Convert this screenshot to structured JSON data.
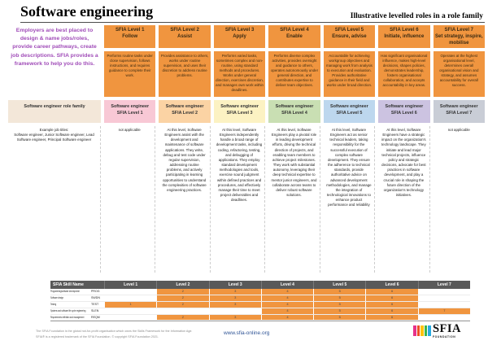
{
  "page": {
    "title": "Software engineering",
    "subtitle": "Illustrative levelled roles in a role family"
  },
  "intro_text": "Employers are best placed to design & name jobs/roles, provide career pathways, create job descriptions. SFIA provides a framework to help you do this.",
  "role_family": {
    "label": "Software engineer role family",
    "label_color": "#F3E7D9",
    "example_heading": "Example job titles:",
    "example_titles": "Software engineer, Junior Software engineer, Lead Software engineer, Principal Software engineer"
  },
  "levels": [
    {
      "name": "SFIA Level 1",
      "keyword": "Follow",
      "description": "Performs routine tasks under close supervision, follows instructions, and requires guidance to complete their work.",
      "role_title": "Software engineer",
      "role_level": "SFIA Level 1",
      "role_color": "#F8C8D5",
      "example": "not applicable"
    },
    {
      "name": "SFIA Level 2",
      "keyword": "Assist",
      "description": "Provides assistance to others, works under routine supervision, and uses their discretion to address routine problems.",
      "role_title": "Software engineer",
      "role_level": "SFIA Level 2",
      "role_color": "#FBD3A4",
      "example": "At this level, Software Engineers assist with the development and maintenance of software applications. They write, debug and test code under regular supervision, addressing routine problems, and actively participating in learning opportunities to understand the complexities of software engineering practices."
    },
    {
      "name": "SFIA Level 3",
      "keyword": "Apply",
      "description": "Performs varied tasks, sometimes complex and non-routine, using standard methods and procedures. Works under general direction, exercises discretion, and manages own work within deadlines.",
      "role_title": "Software engineer",
      "role_level": "SFIA Level 3",
      "role_color": "#FCF2C3",
      "example": "At this level, Software Engineers independently handle a broad range of development tasks, including coding, refactoring, testing, and debugging of applications. They employ standard development methodologies and tools, exercise sound judgment within defined practices and procedures, and effectively manage their time to meet project deliverables and deadlines."
    },
    {
      "name": "SFIA Level 4",
      "keyword": "Enable",
      "description": "Performs diverse complex activities, provides oversight and guidance to others, operates autonomously under general direction, and contributes expertise to deliver team objectives.",
      "role_title": "Software engineer",
      "role_level": "SFIA Level 4",
      "role_color": "#C9DFB3",
      "example": "At this level, Software Engineers play a pivotal role in leading development efforts, driving the technical direction of projects, and enabling team members to achieve project milestones. They work with substantial autonomy, leveraging their deep technical expertise to mentor junior engineers, and collaborate across teams to deliver robust software solutions."
    },
    {
      "name": "SFIA Level 5",
      "keyword": "Ensure, advise",
      "description": "Accountable for achieving workgroup objectives and managing work from analysis to execution and evaluation. Provides authoritative guidance in their field and works under broad direction.",
      "role_title": "Software engineer",
      "role_level": "SFIA Level 5",
      "role_color": "#BDD7EE",
      "example": "At this level, Software Engineers act as senior technical leaders, taking responsibility for the successful execution of complex software development. They ensure the adherence to technical standards, provide authoritative advice on advanced development methodologies, and manage the integration of technological innovations to enhance product performance and reliability"
    },
    {
      "name": "SFIA Level 6",
      "keyword": "Initiate, influence",
      "description": "Has significant organisational influence, makes high-level decisions, shapes policies, demonstrates leadership, fosters organisational collaboration, and accepts accountability in key areas.",
      "role_title": "Software engineer",
      "role_level": "SFIA Level 6",
      "role_color": "#CCC3E1",
      "example": "At this level, Software Engineers have a strategic impact on the organization's technology landscape. They initiate and lead major technical projects, influence policy and strategic decisions, advocate for best practices in software development, and play a crucial role in shaping the future direction of the organization's technology initiatives."
    },
    {
      "name": "SFIA Level 7",
      "keyword": "Set strategy, inspire, mobilise",
      "description": "Operates at the highest organisational level, determines overall organisational vision and strategy, and assumes accountability for overall success.",
      "role_title": "Software engineer",
      "role_level": "SFIA Level 7",
      "role_color": "#C9CDD6",
      "example": "not applicable"
    }
  ],
  "skills_table": {
    "title": "SFIA Skill Name",
    "level_headers": [
      "Level 1",
      "Level 2",
      "Level 3",
      "Level 4",
      "Level 5",
      "Level 6",
      "Level 7"
    ],
    "rows": [
      {
        "name": "Programming/software development",
        "code": "PROG",
        "levels": [
          "",
          "2",
          "3",
          "4",
          "5",
          "6",
          ""
        ]
      },
      {
        "name": "Software design",
        "code": "SWDN",
        "levels": [
          "",
          "2",
          "3",
          "4",
          "5",
          "6",
          ""
        ]
      },
      {
        "name": "Testing",
        "code": "TEST",
        "levels": [
          "1",
          "2",
          "3",
          "4",
          "5",
          "6",
          ""
        ]
      },
      {
        "name": "Systems and software life cycle engineering",
        "code": "SLEN",
        "levels": [
          "",
          "",
          "",
          "4",
          "5",
          "6",
          "7"
        ]
      },
      {
        "name": "Requirements definition and management",
        "code": "REQM",
        "levels": [
          "",
          "2",
          "3",
          "4",
          "5",
          "6",
          ""
        ]
      }
    ]
  },
  "footer": {
    "disclaimer_line1": "The SFIA Foundation is the global not-for-profit organisation which owns the Skills Framework for the Information Age.",
    "disclaimer_line2": "SFIA® is a registered trademark of the SFIA Foundation. © copyright SFIA Foundation 2021.",
    "website": "www.sfia-online.org",
    "logo": {
      "text": "SFIA",
      "subtext": "FOUNDATION",
      "bar_colors": [
        "#E6328A",
        "#EF4E23",
        "#FFC20E",
        "#3AB54A",
        "#27AAE1"
      ]
    }
  },
  "colors": {
    "accent_orange": "#F0953F",
    "table_header_gray": "#595959",
    "intro_purple": "#A04CB8",
    "link_blue": "#2F5496"
  }
}
